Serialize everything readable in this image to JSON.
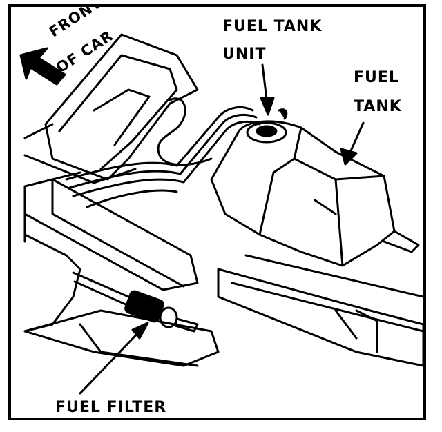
{
  "labels": {
    "fuel_tank_unit_line1": "FUEL TANK",
    "fuel_tank_unit_line2": "UNIT",
    "fuel_tank_line1": "FUEL",
    "fuel_tank_line2": "TANK",
    "front_of_car_line1": "FRONT",
    "front_of_car_line2": "OF CAR",
    "fuel_filter": "FUEL FILTER"
  },
  "colors": {
    "ink": "#000000",
    "paper": "#ffffff"
  }
}
